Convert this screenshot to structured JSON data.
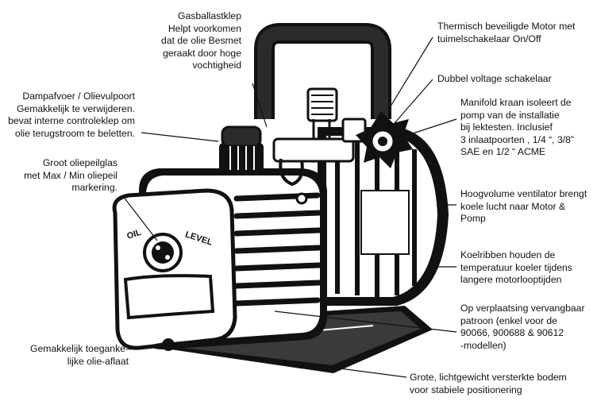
{
  "callouts": {
    "gasballast": [
      "Gasballastklep",
      "Helpt voorkomen",
      "dat de olie Besmet",
      "geraakt door hoge",
      "vochtigheid"
    ],
    "intake": [
      "Dampafvoer / Olievulpoort",
      "Gemakkelijk te verwijderen.",
      "bevat interne controleklep om",
      "olie terugstroom te beletten."
    ],
    "sightglass": [
      "Groot oliepeilglas",
      "met Max / Min oliepeil",
      "markering."
    ],
    "drain": [
      "Gemakkelijk toeganke-",
      "lijke olie-aflaat"
    ],
    "motor": [
      "Thermisch beveiligde Motor met",
      "tuimelschakelaar On/Off"
    ],
    "voltage": [
      "Dubbel voltage schakelaar"
    ],
    "manifold": [
      "Manifold kraan isoleert de",
      "pomp van de installatie",
      "bij lektesten. Inclusief",
      "3 inlaatpoorten , 1/4 “, 3/8”",
      "SAE en 1/2 “ ACME"
    ],
    "fan": [
      "Hoogvolume ventilator brengt",
      "koele lucht naar Motor &",
      "Pomp"
    ],
    "fins": [
      "Koelribben houden de",
      "temperatuur koeler tijdens",
      "langere motorlooptijden"
    ],
    "cartridge": [
      "Op verplaatsing vervangbaar",
      "patroon (enkel voor de",
      "90066, 900688 & 90612",
      "-modellen)"
    ],
    "base": [
      "Grote, lichtgewicht versterkte bodem",
      "voor stabiele positionering"
    ]
  },
  "pump_markings": {
    "oil": "OIL",
    "level": "LEVEL"
  }
}
